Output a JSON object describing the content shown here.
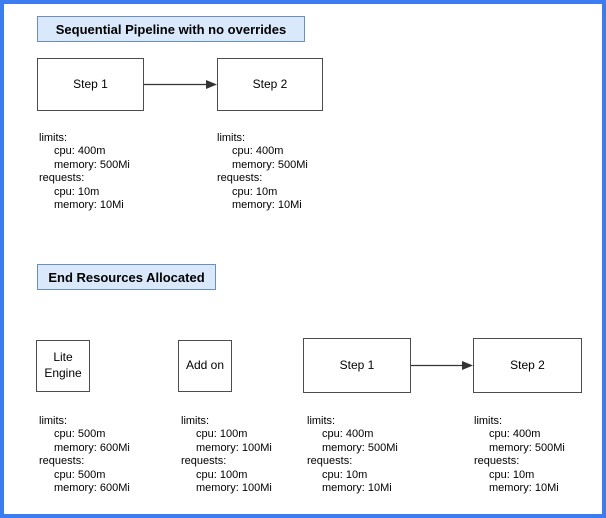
{
  "palette": {
    "frame_border": "#3b7cf0",
    "title_fill": "#dae8fc",
    "title_border": "#6c8ebf",
    "node_border": "#4d4d4d",
    "arrow_color": "#333333"
  },
  "sections": [
    {
      "title": "Sequential Pipeline with no overrides",
      "nodes": [
        {
          "label": "Step 1"
        },
        {
          "label": "Step 2"
        }
      ],
      "resources": [
        {
          "lines": [
            "limits:",
            "cpu: 400m",
            "memory: 500Mi",
            "requests:",
            "cpu: 10m",
            "memory: 10Mi"
          ]
        },
        {
          "lines": [
            "limits:",
            "cpu: 400m",
            "memory: 500Mi",
            "requests:",
            "cpu: 10m",
            "memory: 10Mi"
          ]
        }
      ]
    },
    {
      "title": "End Resources Allocated",
      "nodes": [
        {
          "label": "Lite Engine"
        },
        {
          "label": "Add on"
        },
        {
          "label": "Step 1"
        },
        {
          "label": "Step 2"
        }
      ],
      "resources": [
        {
          "lines": [
            "limits:",
            "cpu: 500m",
            "memory: 600Mi",
            "requests:",
            "cpu: 500m",
            "memory: 600Mi"
          ]
        },
        {
          "lines": [
            "limits:",
            "cpu: 100m",
            "memory: 100Mi",
            "requests:",
            "cpu: 100m",
            "memory: 100Mi"
          ]
        },
        {
          "lines": [
            "limits:",
            "cpu: 400m",
            "memory: 500Mi",
            "requests:",
            "cpu: 10m",
            "memory: 10Mi"
          ]
        },
        {
          "lines": [
            "limits:",
            "cpu: 400m",
            "memory: 500Mi",
            "requests:",
            "cpu: 10m",
            "memory: 10Mi"
          ]
        }
      ]
    }
  ]
}
